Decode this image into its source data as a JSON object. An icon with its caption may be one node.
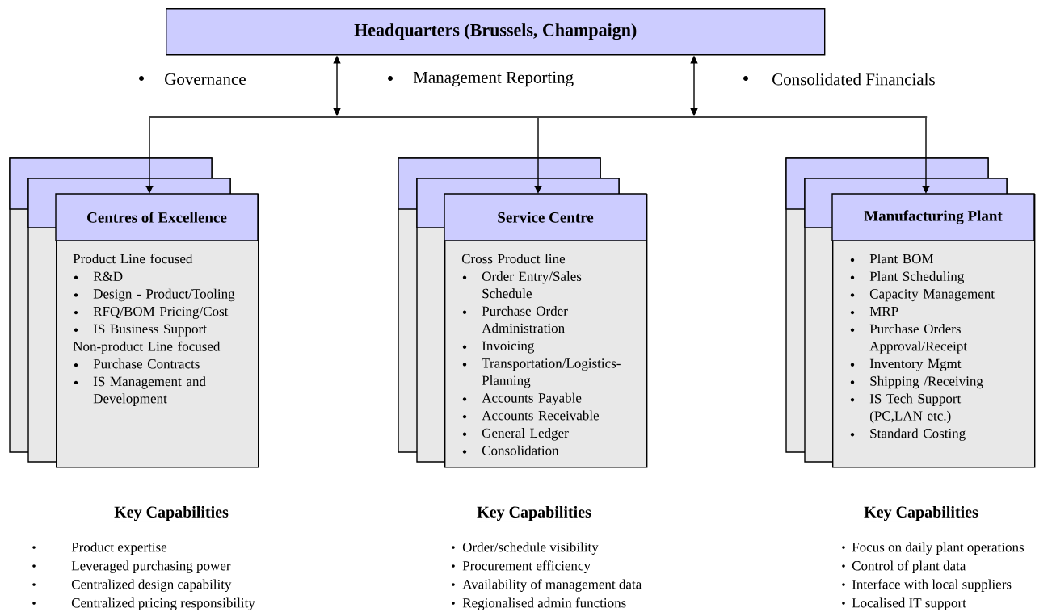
{
  "diagram": {
    "nodes": [
      {
        "text": [
          "Headquarters (Brussels, Champaign)"
        ]
      },
      {
        "text": [],
        "shape": "bar"
      },
      {
        "text": [
          "Centres of Excellence",
          "Product Line focused",
          "R&D",
          "Design - Product/Tooling",
          "RFQ/BOM Pricing/Cost",
          "IS Business Support",
          "Non-product Line focused",
          "Purchase Contracts",
          "IS Management and Development"
        ]
      },
      {
        "text": [
          "Service Centre",
          "Cross Product line",
          "Order Entry/Sales Schedule",
          "Purchase Order Administration",
          "Invoicing",
          "Transportation/Logistics-Planning",
          "Accounts Payable",
          "Accounts Receivable",
          "General Ledger",
          "Consolidation"
        ]
      },
      {
        "text": [
          "Manufacturing Plant",
          "Plant BOM",
          "Plant Scheduling",
          "Capacity Management",
          "MRP",
          "Purchase Orders Approval/Receipt",
          "Inventory Mgmt",
          "Shipping /Receiving",
          "IS Tech Support (PC,LAN etc.)",
          "Standard Costing"
        ]
      }
    ],
    "edges": [
      {
        "from": 0,
        "to": 1,
        "arrow": "both"
      },
      {
        "from": 0,
        "to": 1,
        "arrow": "both"
      },
      {
        "from": 1,
        "to": 2,
        "arrow": "to"
      },
      {
        "from": 1,
        "to": 3,
        "arrow": "to"
      },
      {
        "from": 1,
        "to": 4,
        "arrow": "to"
      }
    ],
    "labels": [
      "Governance",
      "Management Reporting",
      "Consolidated Financials",
      "Key Capabilities",
      "Product expertise",
      "Leveraged purchasing power",
      "Centralized design capability",
      "Centralized pricing responsibility",
      "Key Capabilities",
      "Order/schedule visibility",
      "Procurement efficiency",
      "Availability of management data",
      "Regionalised admin functions",
      "Key Capabilities",
      "Focus on daily plant operations",
      "Control of plant data",
      "Interface with local suppliers",
      "Localised IT support"
    ]
  }
}
